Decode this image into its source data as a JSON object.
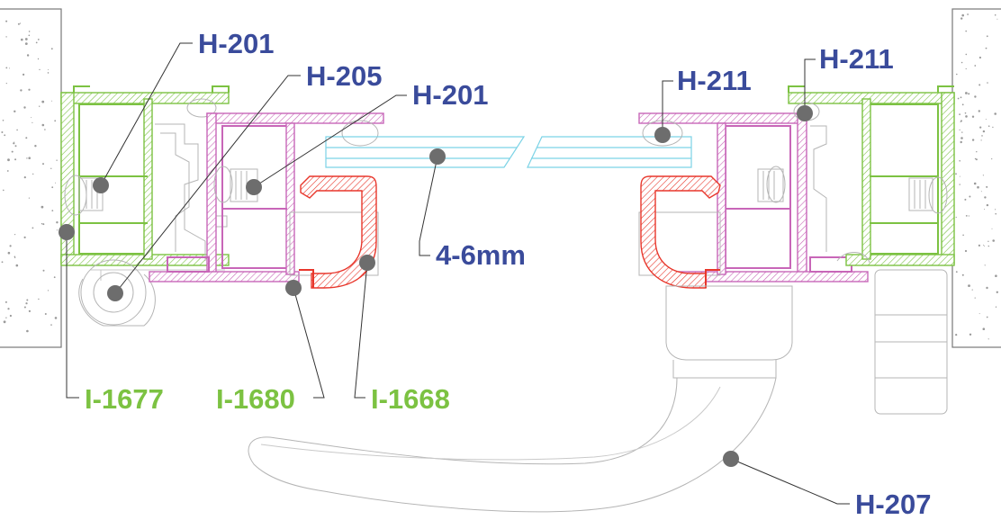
{
  "colors": {
    "label_blue": "#3a4b9b",
    "label_green": "#7cc242",
    "frame_green": "#7cc242",
    "sash_pink": "#c866b8",
    "insert_red": "#e8372c",
    "glass_cyan": "#7cd3e6"
  },
  "labels": {
    "h201_left": "H-201",
    "h205": "H-205",
    "h201_mid": "H-201",
    "glass_thickness": "4-6mm",
    "h211_mid": "H-211",
    "h211_right": "H-211",
    "h207": "H-207",
    "i1677": "I-1677",
    "i1680": "I-1680",
    "i1668": "I-1668"
  }
}
